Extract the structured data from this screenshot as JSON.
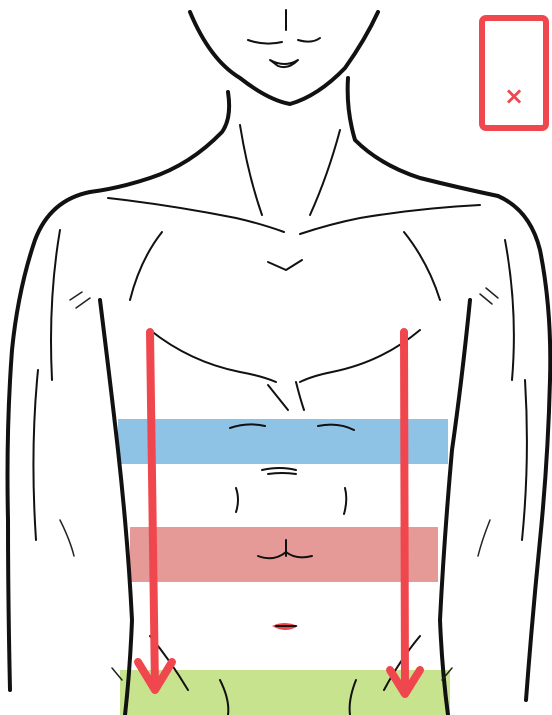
{
  "colors": {
    "background": "#ffffff",
    "line": "#111111",
    "arrow": "#f0474f",
    "band_upper": "#8fc3e6",
    "band_middle": "#e59a98",
    "band_lower": "#c8e38e",
    "navel": "#f0474f",
    "inset_frame": "#f0474f"
  },
  "bands": [
    {
      "id": "band-upper-abdomen",
      "color": "#8fc3e6"
    },
    {
      "id": "band-mid-abdomen",
      "color": "#e59a98"
    },
    {
      "id": "band-lower-abdomen",
      "color": "#c8e38e"
    }
  ],
  "arrows": [
    {
      "id": "arrow-left",
      "direction": "down"
    },
    {
      "id": "arrow-right",
      "direction": "down"
    }
  ],
  "inset": {
    "marker": "×"
  }
}
